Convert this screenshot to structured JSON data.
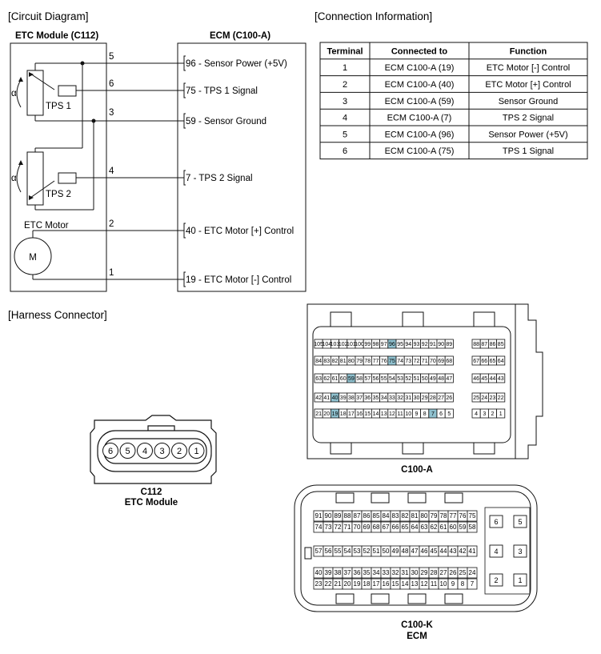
{
  "sections": {
    "circuit": "[Circuit Diagram]",
    "connection": "[Connection Information]",
    "harness": "[Harness Connector]"
  },
  "circuit": {
    "left_box_title": "ETC Module (C112)",
    "right_box_title": "ECM (C100-A)",
    "alpha": "α",
    "tps1": "TPS 1",
    "tps2": "TPS 2",
    "motor_label": "ETC Motor",
    "motor_symbol": "M",
    "pins": [
      "5",
      "6",
      "3",
      "4",
      "2",
      "1"
    ],
    "ecm_labels": [
      "96 - Sensor Power (+5V)",
      "75 - TPS 1 Signal",
      "59 - Sensor Ground",
      "7 - TPS 2 Signal",
      "40 - ETC Motor [+] Control",
      "19 - ETC Motor [-] Control"
    ]
  },
  "table": {
    "headers": [
      "Terminal",
      "Connected to",
      "Function"
    ],
    "rows": [
      [
        "1",
        "ECM C100-A (19)",
        "ETC Motor [-] Control"
      ],
      [
        "2",
        "ECM C100-A (40)",
        "ETC Motor [+] Control"
      ],
      [
        "3",
        "ECM C100-A (59)",
        "Sensor Ground"
      ],
      [
        "4",
        "ECM C100-A (7)",
        "TPS 2 Signal"
      ],
      [
        "5",
        "ECM C100-A (96)",
        "Sensor Power (+5V)"
      ],
      [
        "6",
        "ECM C100-A (75)",
        "TPS 1 Signal"
      ]
    ]
  },
  "c112": {
    "pins": [
      "6",
      "5",
      "4",
      "3",
      "2",
      "1"
    ],
    "name": "C112",
    "desc": "ETC Module"
  },
  "c100a": {
    "name": "C100-A",
    "highlight_color": "#8fc1cf",
    "highlight_pins": [
      "96",
      "75",
      "59",
      "40",
      "19",
      "7"
    ],
    "rows_main": [
      [
        "105",
        "104",
        "103",
        "102",
        "101",
        "100",
        "99",
        "98",
        "97",
        "96",
        "95",
        "94",
        "93",
        "92",
        "91",
        "90",
        "89"
      ],
      [
        "84",
        "83",
        "82",
        "81",
        "80",
        "79",
        "78",
        "77",
        "76",
        "75",
        "74",
        "73",
        "72",
        "71",
        "70",
        "69",
        "68"
      ],
      [
        "63",
        "62",
        "61",
        "60",
        "59",
        "58",
        "57",
        "56",
        "55",
        "54",
        "53",
        "52",
        "51",
        "50",
        "49",
        "48",
        "47"
      ],
      [
        "42",
        "41",
        "40",
        "39",
        "38",
        "37",
        "36",
        "35",
        "34",
        "33",
        "32",
        "31",
        "30",
        "29",
        "28",
        "27",
        "26"
      ],
      [
        "21",
        "20",
        "19",
        "18",
        "17",
        "16",
        "15",
        "14",
        "13",
        "12",
        "11",
        "10",
        "9",
        "8",
        "7",
        "6",
        "5"
      ]
    ],
    "rows_side": [
      [
        "88",
        "87",
        "86",
        "85"
      ],
      [
        "67",
        "66",
        "65",
        "64"
      ],
      [
        "46",
        "45",
        "44",
        "43"
      ],
      [
        "25",
        "24",
        "23",
        "22"
      ],
      [
        "4",
        "3",
        "2",
        "1"
      ]
    ]
  },
  "c100k": {
    "name": "C100-K",
    "desc": "ECM",
    "rows_main": [
      [
        "91",
        "90",
        "89",
        "88",
        "87",
        "86",
        "85",
        "84",
        "83",
        "82",
        "81",
        "80",
        "79",
        "78",
        "77",
        "76",
        "75"
      ],
      [
        "74",
        "73",
        "72",
        "71",
        "70",
        "69",
        "68",
        "67",
        "66",
        "65",
        "64",
        "63",
        "62",
        "61",
        "60",
        "59",
        "58"
      ],
      [
        "57",
        "56",
        "55",
        "54",
        "53",
        "52",
        "51",
        "50",
        "49",
        "48",
        "47",
        "46",
        "45",
        "44",
        "43",
        "42",
        "41"
      ],
      [
        "40",
        "39",
        "38",
        "37",
        "36",
        "35",
        "34",
        "33",
        "32",
        "31",
        "30",
        "29",
        "28",
        "27",
        "26",
        "25",
        "24"
      ],
      [
        "23",
        "22",
        "21",
        "20",
        "19",
        "18",
        "17",
        "16",
        "15",
        "14",
        "13",
        "12",
        "11",
        "10",
        "9",
        "8",
        "7"
      ]
    ],
    "rows_side": [
      [
        "6",
        "5"
      ],
      [
        "4",
        "3"
      ],
      [
        "2",
        "1"
      ]
    ]
  }
}
